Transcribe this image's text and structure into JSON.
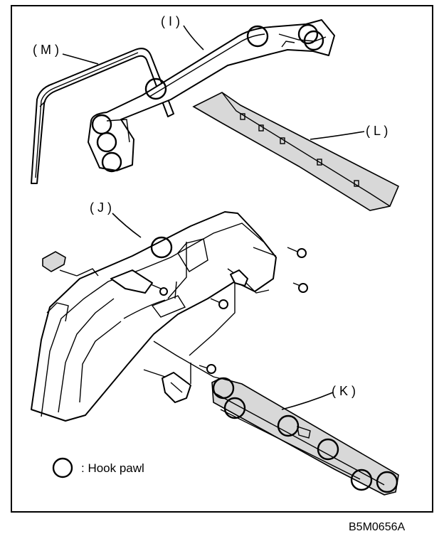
{
  "labels": {
    "I": "( I )",
    "J": "( J )",
    "K": "( K )",
    "L": "( L )",
    "M": "( M )"
  },
  "legend": {
    "text": ": Hook pawl"
  },
  "figure_code": "B5M0656A"
}
